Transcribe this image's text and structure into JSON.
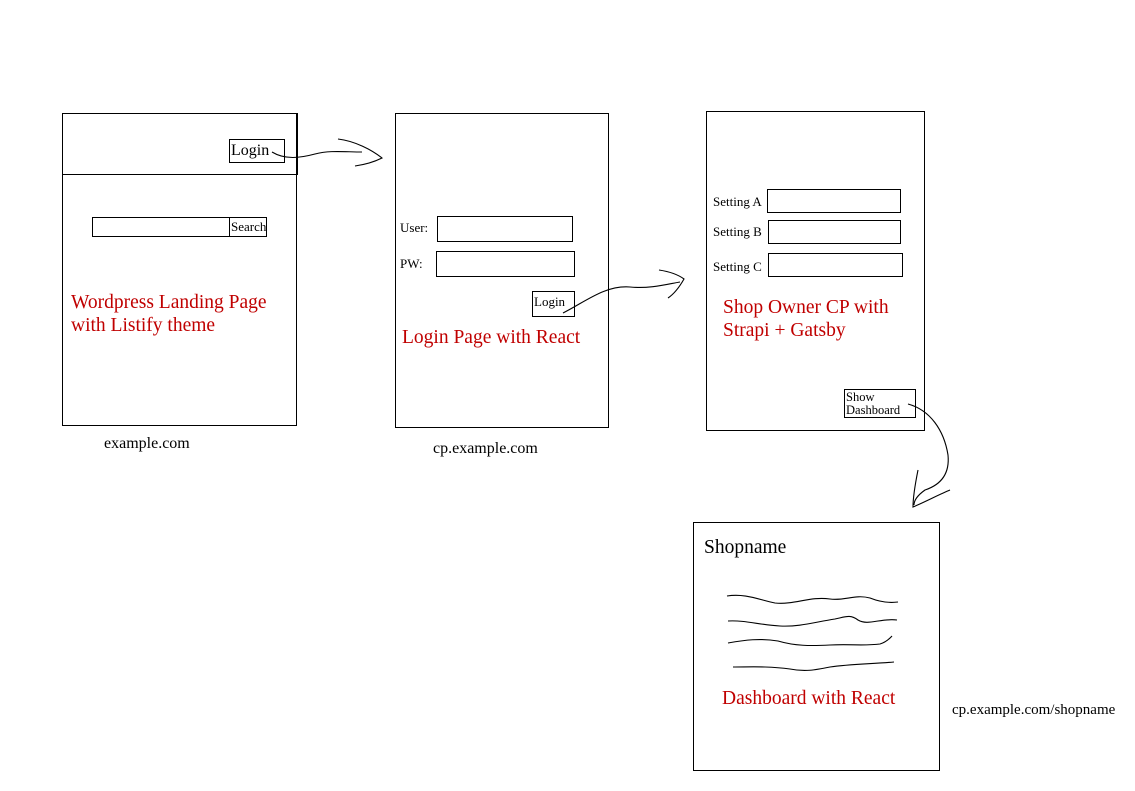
{
  "landing": {
    "login_label": "Login",
    "search_label": "Search",
    "caption_line1": "Wordpress Landing Page",
    "caption_line2": "with Listify theme",
    "url": "example.com"
  },
  "login_page": {
    "user_label": "User:",
    "pw_label": "PW:",
    "login_label": "Login",
    "caption": "Login Page with React",
    "url": "cp.example.com"
  },
  "cp": {
    "setting_a_label": "Setting A",
    "setting_b_label": "Setting B",
    "setting_c_label": "Setting C",
    "caption_line1": "Shop Owner CP with",
    "caption_line2": "Strapi + Gatsby",
    "show_line1": "Show",
    "show_line2": "Dashboard"
  },
  "dashboard": {
    "title": "Shopname",
    "caption": "Dashboard with React",
    "url": "cp.example.com/shopname"
  },
  "colors": {
    "caption": "#c00000",
    "stroke": "#000000"
  }
}
